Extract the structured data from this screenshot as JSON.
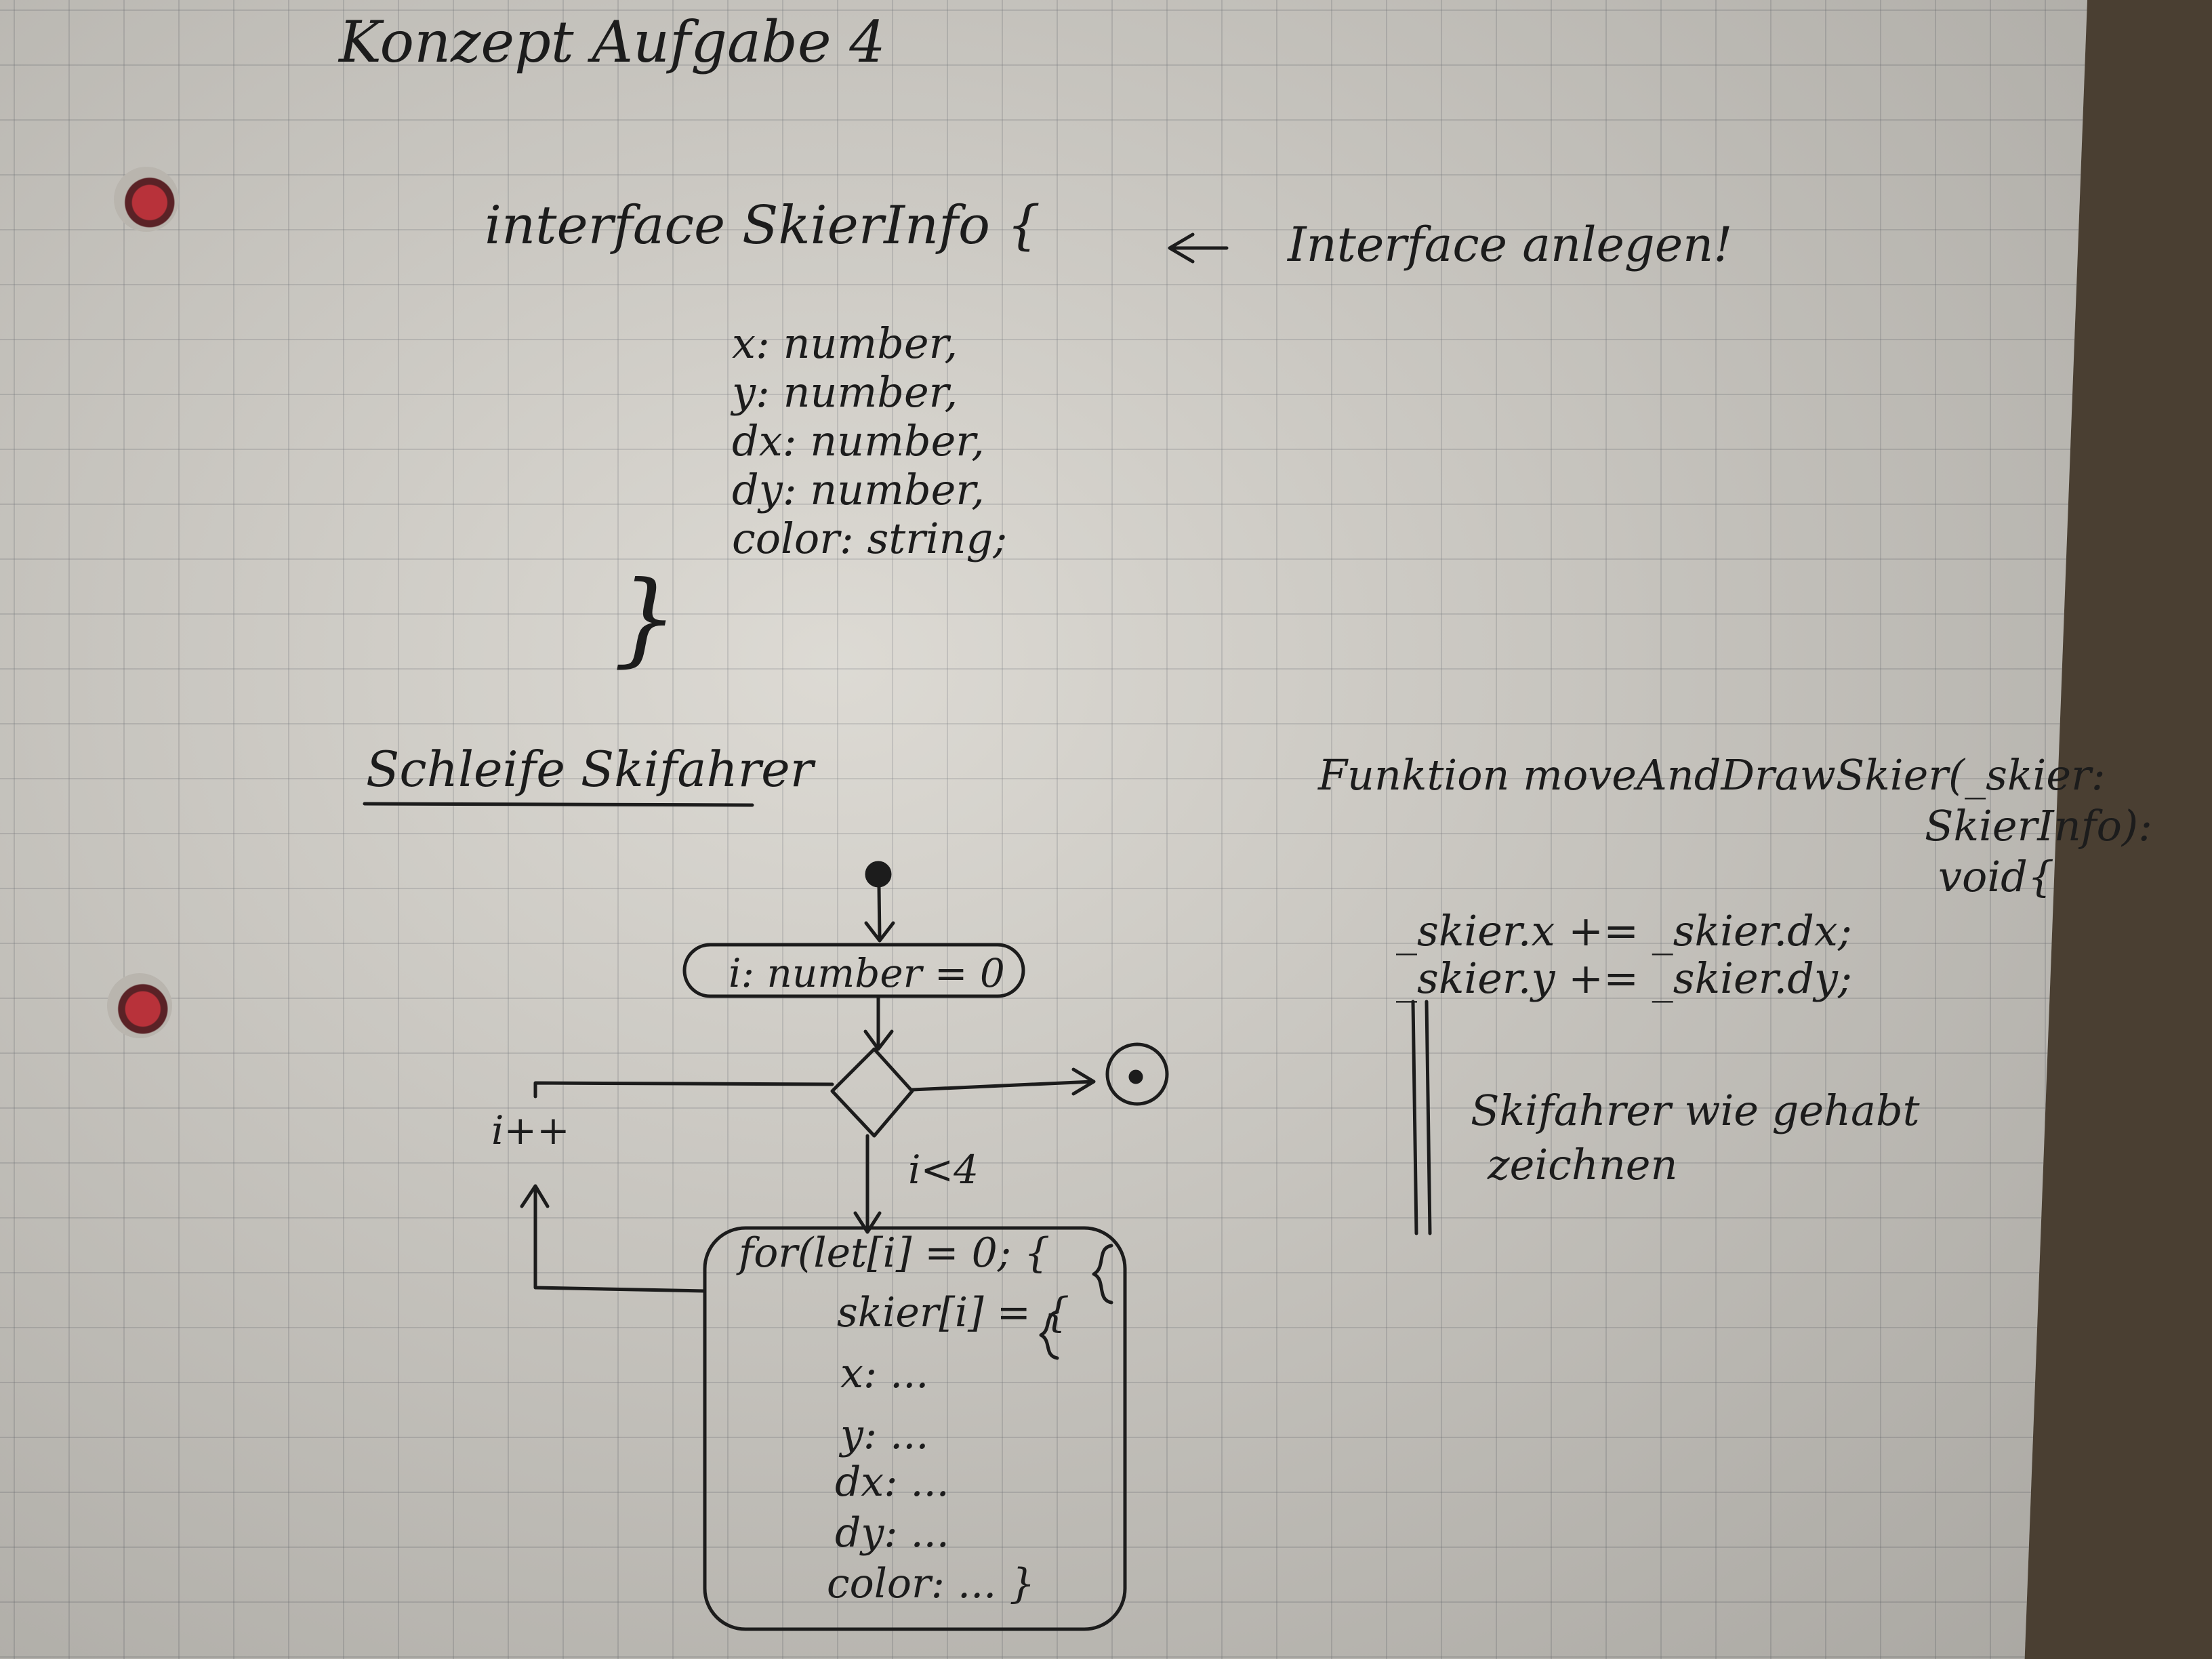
{
  "title": "Konzept Aufgabe 4",
  "interface_block": {
    "header": "interface SkierInfo {",
    "annotation": "Interface anlegen!",
    "fields": [
      "x: number,",
      "y: number,",
      "dx: number,",
      "dy: number,",
      "color: string;"
    ],
    "closing": "}"
  },
  "loop": {
    "title": "Schleife Skifahrer",
    "init": "i: number = 0",
    "condition": "i<4",
    "increment": "i++",
    "body": [
      "for(let[i] = 0; {",
      "skier[i] = {",
      "x: ...",
      "y: ...",
      "dx: ...",
      "dy: ...",
      "color: ... }"
    ]
  },
  "function_block": {
    "signature": [
      "Funktion moveAndDrawSkier(_skier:",
      "SkierInfo):",
      "void{"
    ],
    "body": [
      "_skier.x += _skier.dx;",
      "_skier.y += _skier.dy;"
    ],
    "note": [
      "Skifahrer wie gehabt",
      "zeichnen"
    ]
  }
}
